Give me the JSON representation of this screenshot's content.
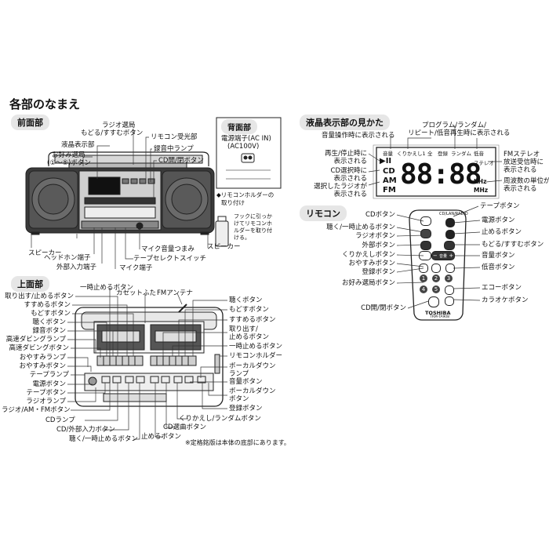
{
  "title": "各部のなまえ",
  "front": {
    "heading": "前面部",
    "labels": {
      "radio_select": "ラジオ選局",
      "skip": "もどる/すすむボタン",
      "lcd": "液晶表示部",
      "fav_select_1": "お好み選局",
      "fav_select_2": "(①～⑤)ボタン",
      "remote_sensor": "リモコン受光部",
      "rec_lamp": "録音中ランプ",
      "cd_open": "CD開/閉ボタン",
      "speaker_left": "スピーカー",
      "speaker_right": "スピーカー",
      "headphone": "ヘッドホン端子",
      "ext_input": "外部入力端子",
      "mic_jack": "マイク端子",
      "mic_volume": "マイク音量つまみ",
      "tape_select": "テープセレクトスイッチ"
    },
    "back_heading": "背面部",
    "power_1": "電源端子(AC IN)",
    "power_2": "(AC100V)",
    "holder_note_1": "◆リモコンホルダーの",
    "holder_note_2": "取り付け",
    "hook_note_1": "フックに引っか",
    "hook_note_2": "けてリモコンホ",
    "hook_note_3": "ルダーを取り付",
    "hook_note_4": "ける。"
  },
  "top": {
    "heading": "上面部",
    "labels": {
      "pause": "一時止めるボタン",
      "cassette_lid": "カセットふた",
      "fm_antenna": "FMアンテナ",
      "eject": "取り出す/止めるボタン",
      "ff": "すすめるボタン",
      "rew": "もどすボタン",
      "play": "聴くボタン",
      "rec": "録音ボタン",
      "dub_lamp": "高速ダビングランプ",
      "dub_btn": "高速ダビングボタン",
      "sleep_lamp": "おやすみランプ",
      "sleep_btn": "おやすみボタン",
      "tape_lamp": "テープランプ",
      "power_btn": "電源ボタン",
      "tape_btn": "テープボタン",
      "radio_lamp": "ラジオランプ",
      "radio_btn": "ラジオ/AM・FMボタン",
      "cd_lamp": "CDランプ",
      "cd_ext": "CD/外部入力ボタン",
      "cd_play": "聴く/一時止めるボタン",
      "stop": "止めるボタン",
      "cd_tuning": "CD選曲ボタン",
      "repeat": "くりかえし/ランダムボタン",
      "r_play": "聴くボタン",
      "r_rew": "もどすボタン",
      "r_ff": "すすめるボタン",
      "r_eject_1": "取り出す/",
      "r_eject_2": "止めるボタン",
      "r_pause": "一時止めるボタン",
      "r_holder": "リモコンホルダー",
      "vocal_lamp_1": "ボーカルダウン",
      "vocal_lamp_2": "ランプ",
      "volume": "音量ボタン",
      "vocal_btn_1": "ボーカルダウン",
      "vocal_btn_2": "ボタン",
      "memory": "登録ボタン"
    },
    "footnote": "※定格銘版は本体の底部にあります。"
  },
  "lcd_section": {
    "heading": "液晶表示部の見かた",
    "labels": {
      "program": "プログラム/ランダム/",
      "repeat_shown": "リピート/低音再生時に表示される",
      "volume_shown": "音量操作時に表示される",
      "play_pause_1": "再生/停止時に",
      "play_pause_2": "表示される",
      "cd_sel_1": "CD選択時に",
      "cd_sel_2": "表示される",
      "radio_sel_1": "選択したラジオが",
      "radio_sel_2": "表示される",
      "fm_stereo_1": "FMステレオ",
      "fm_stereo_2": "放送受信時に",
      "fm_stereo_3": "表示される",
      "freq_unit_1": "周波数の単位が",
      "freq_unit_2": "表示される"
    },
    "screen": {
      "vol": "音量",
      "repeat1": "くりかえし1",
      "all": "全",
      "memory": "登録",
      "random": "ランダム",
      "bass": "低音",
      "stereo": "ステレオ",
      "cd": "CD",
      "am": "AM",
      "fm": "FM",
      "play_glyph": "▶II",
      "digits": "88:88",
      "khz": "KHz",
      "mhz": "MHz"
    }
  },
  "remote": {
    "heading": "リモコン",
    "brand": "TOSHIBA",
    "model": "TRM-TA908",
    "top_label": "CD/LAN/RADIO",
    "labels": {
      "tape_btn": "テープボタン",
      "cd_btn": "CDボタン",
      "power_btn": "電源ボタン",
      "play_pause": "聴く/一時止めるボタン",
      "stop": "止めるボタン",
      "radio": "ラジオボタン",
      "skip": "もどる/すすむボタン",
      "ext": "外部ボタン",
      "volume": "音量ボタン",
      "repeat": "くりかえしボタン",
      "sleep": "おやすみボタン",
      "bass": "低音ボタン",
      "memory": "登録ボタン",
      "fav": "お好み選局ボタン",
      "echo": "エコーボタン",
      "karaoke": "カラオケボタン",
      "cd_open": "CD開/閉ボタン"
    },
    "keys": {
      "vol_minus": "−",
      "vol_label": "音量",
      "vol_plus": "+",
      "n1": "1",
      "n2": "2",
      "n3": "3",
      "n4": "4",
      "n5": "5"
    }
  }
}
